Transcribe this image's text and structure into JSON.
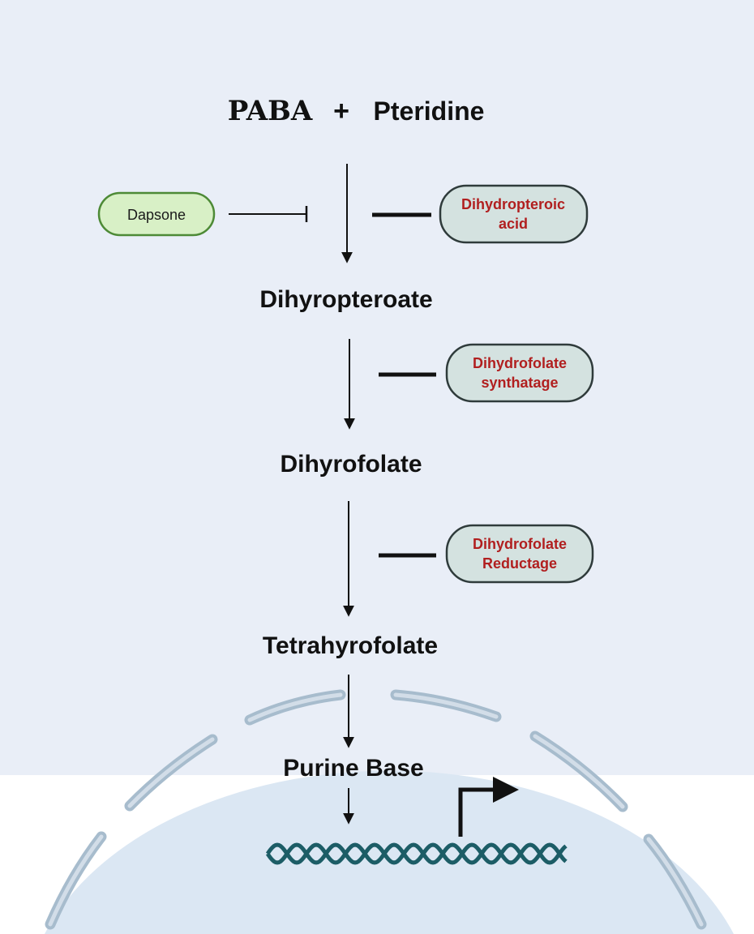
{
  "substrates": {
    "left": "PABA",
    "plus": "+",
    "right": "Pteridine"
  },
  "pathway": {
    "step1": "Dihyropteroate",
    "step2": "Dihyrofolate",
    "step3": "Tetrahyrofolate",
    "step4": "Purine Base"
  },
  "inhibitor": {
    "label": "Dapsone"
  },
  "enzymes": [
    {
      "line1": "Dihydropteroic",
      "line2": "acid"
    },
    {
      "line1": "Dihydrofolate",
      "line2": "synthatage"
    },
    {
      "line1": "Dihydrofolate",
      "line2": "Reductage"
    }
  ],
  "colors": {
    "background": "#e9eef7",
    "cell": "#dbe7f3",
    "membrane": "#a7bccd",
    "enzyme_fill": "#d4e2e0",
    "enzyme_text": "#b11f1f",
    "drug_fill": "#d8f0c6",
    "drug_stroke": "#4d8a36",
    "dna": "#1c5d66"
  },
  "icons": {
    "dna": "dna-double-helix-icon",
    "transcription": "transcription-start-arrow-icon"
  }
}
